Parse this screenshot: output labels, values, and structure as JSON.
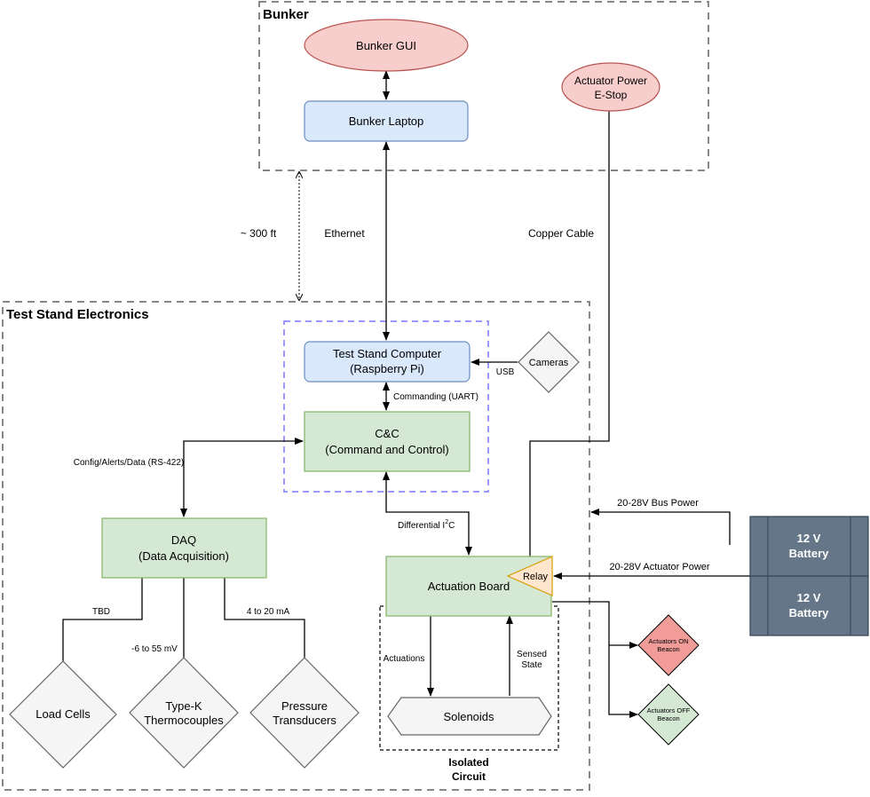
{
  "groups": {
    "bunker": "Bunker",
    "test_stand": "Test Stand Electronics",
    "isolated": [
      "Isolated",
      "Circuit"
    ]
  },
  "nodes": {
    "bunker_gui": "Bunker GUI",
    "estop": [
      "Actuator Power",
      "E-Stop"
    ],
    "bunker_laptop": "Bunker Laptop",
    "test_stand_computer": [
      "Test Stand Computer",
      "(Raspberry Pi)"
    ],
    "cameras": "Cameras",
    "cc": [
      "C&C",
      "(Command and Control)"
    ],
    "daq": [
      "DAQ",
      "(Data Acquisition)"
    ],
    "actuation_board": "Actuation Board",
    "relay": "Relay",
    "battery_top": [
      "12 V",
      "Battery"
    ],
    "battery_bottom": [
      "12 V",
      "Battery"
    ],
    "beacon_on": [
      "Actuators ON",
      "Beacon"
    ],
    "beacon_off": [
      "Actuators OFF",
      "Beacon"
    ],
    "load_cells": "Load Cells",
    "thermocouples": [
      "Type-K",
      "Thermocouples"
    ],
    "pressure": [
      "Pressure",
      "Transducers"
    ],
    "solenoids": "Solenoids"
  },
  "edges": {
    "distance": "~ 300 ft",
    "ethernet": "Ethernet",
    "copper": "Copper Cable",
    "usb": "USB",
    "uart": "Commanding (UART)",
    "rs422": "Config/Alerts/Data (RS-422)",
    "i2c_pre": "Differential I",
    "i2c_sup": "2",
    "i2c_post": "C",
    "bus_power": "20-28V Bus Power",
    "actuator_power": "20-28V Actuator Power",
    "tbd": "TBD",
    "mv": "-6 to 55 mV",
    "ma": "4 to 20 mA",
    "actuations": "Actuations",
    "sensed": [
      "Sensed",
      "State"
    ]
  },
  "colors": {
    "red_fill": "#f8cecc",
    "red_stroke": "#b85450",
    "blue_fill": "#dae8fc",
    "blue_stroke": "#6c8ebf",
    "green_fill": "#d5e8d4",
    "green_stroke": "#82b366",
    "battery_fill": "#647687",
    "battery_stroke": "#314354",
    "relay_fill": "#ffe6cc",
    "relay_stroke": "#d79b00",
    "beacon_on_fill": "#f19c99",
    "group_purple": "#9999ff",
    "diamond_fill": "#f5f5f5"
  }
}
